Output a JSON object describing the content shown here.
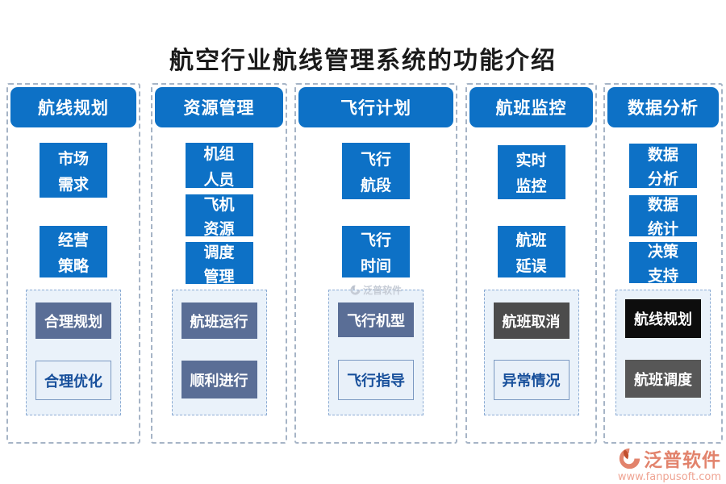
{
  "title": "航空行业航线管理系统的功能介绍",
  "columns": [
    {
      "header": "航线规划",
      "items": [
        {
          "line1": "市场",
          "line2": "需求"
        },
        {
          "line1": "经营",
          "line2": "策略"
        }
      ],
      "sub_items": [
        {
          "label": "合理规划"
        },
        {
          "label": "合理优化"
        }
      ]
    },
    {
      "header": "资源管理",
      "items": [
        {
          "line1": "机组",
          "line2": "人员"
        },
        {
          "line1": "飞机",
          "line2": "资源"
        },
        {
          "line1": "调度",
          "line2": "管理"
        }
      ],
      "sub_items": [
        {
          "label": "航班运行"
        },
        {
          "label": "顺利进行"
        }
      ]
    },
    {
      "header": "飞行计划",
      "items": [
        {
          "line1": "飞行",
          "line2": "航段"
        },
        {
          "line1": "飞行",
          "line2": "时间"
        }
      ],
      "sub_items": [
        {
          "label": "飞行机型"
        },
        {
          "label": "飞行指导"
        }
      ]
    },
    {
      "header": "航班监控",
      "items": [
        {
          "line1": "实时",
          "line2": "监控"
        },
        {
          "line1": "航班",
          "line2": "延误"
        }
      ],
      "sub_items": [
        {
          "label": "航班取消"
        },
        {
          "label": "异常情况"
        }
      ]
    },
    {
      "header": "数据分析",
      "items": [
        {
          "line1": "数据",
          "line2": "分析"
        },
        {
          "line1": "数据",
          "line2": "统计"
        },
        {
          "line1": "决策",
          "line2": "支持"
        }
      ],
      "sub_items": [
        {
          "label": "航线规划"
        },
        {
          "label": "航班调度"
        }
      ]
    }
  ],
  "watermark_small": "泛普软件",
  "logo": {
    "brand": "泛普软件",
    "url": "www.fanpusoft.com"
  },
  "colors": {
    "primary_blue": "#0d71c6",
    "slate_blue": "#5a6e96",
    "charcoal": "#4c4c4c",
    "black_box": "#0d0d0d",
    "dark_gray": "#575757",
    "light_box_bg": "#e8f0f9",
    "light_box_text": "#174f9b",
    "logo_salmon": "#e2836c"
  }
}
